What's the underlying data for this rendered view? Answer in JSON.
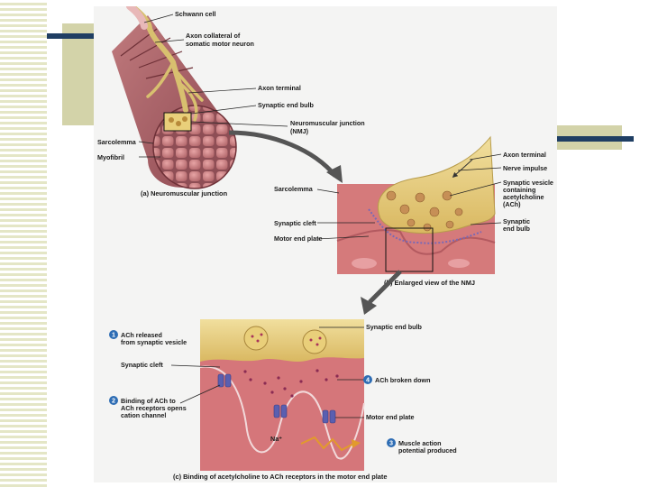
{
  "labels": {
    "schwann_cell": "Schwann cell",
    "axon_collateral_1": "Axon collateral of",
    "axon_collateral_2": "somatic motor neuron",
    "axon_terminal_a": "Axon terminal",
    "synaptic_end_bulb_a": "Synaptic end bulb",
    "nmj_1": "Neuromuscular junction",
    "nmj_2": "(NMJ)",
    "sarcolemma_a": "Sarcolemma",
    "myofibril": "Myofibril",
    "axon_terminal_b": "Axon terminal",
    "nerve_impulse": "Nerve impulse",
    "vesicle_1": "Synaptic vesicle",
    "vesicle_2": "containing",
    "vesicle_3": "acetylcholine",
    "vesicle_4": "(ACh)",
    "sarcolemma_b": "Sarcolemma",
    "synaptic_cleft_b": "Synaptic cleft",
    "synaptic_end_bulb_b_1": "Synaptic",
    "synaptic_end_bulb_b_2": "end bulb",
    "motor_end_plate_b": "Motor end plate",
    "synaptic_end_bulb_c": "Synaptic end bulb",
    "ach_released_1": "ACh released",
    "ach_released_2": "from synaptic vesicle",
    "synaptic_cleft_c": "Synaptic cleft",
    "binding_1": "Binding of ACh to",
    "binding_2": "ACh receptors opens",
    "binding_3": "cation channel",
    "ach_broken_down": "ACh broken down",
    "motor_end_plate_c": "Motor end plate",
    "muscle_ap_1": "Muscle action",
    "muscle_ap_2": "potential produced",
    "na_ion": "Na⁺"
  },
  "steps": {
    "one": "1",
    "two": "2",
    "three": "3",
    "four": "4"
  },
  "captions": {
    "a": "(a) Neuromuscular junction",
    "b": "(b) Enlarged view of the NMJ",
    "c": "(c) Binding of acetylcholine to ACh receptors in the motor end plate"
  },
  "colors": {
    "muscle": "#a8545c",
    "nerve": "#e2c878",
    "step_badge": "#2e6db4",
    "accent_line": "#1f3e63",
    "accent_block": "#d3d3a9"
  }
}
